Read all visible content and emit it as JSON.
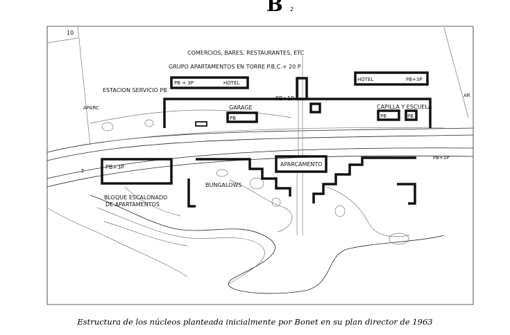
{
  "header_mark": {
    "letter": "B",
    "subscript": "2"
  },
  "labels": {
    "num_10": "10",
    "num_7": "7",
    "aparc_left": "APARC",
    "estacion": "ESTACION SERVICIO PB",
    "pb3p_left": "PB + 3P",
    "hotel_left": "HOTEL",
    "comercios": "COMERCIOS, BARES, RESTAURANTES, ETC",
    "grupo": "GRUPO APARTAMENTOS EN TORRE P.B.C.+ 20 P",
    "hotel_right": "HOTEL",
    "pb3p_right": "PB+3P",
    "pb1p": "PB+1P",
    "garage": "GARAGE",
    "pb_garage": "PB",
    "capilla": "CAPILLA Y ESCUELA",
    "pb_capilla": "PB",
    "pb_small": "PB",
    "pb3p_block": "PB+3P",
    "aparcamento": "APARCAMENTO",
    "bungalows": "BUNGALOWS",
    "bloque": "BLOQUE ESCALONADO",
    "de_apart": "DE APARTAMENTOS",
    "pb1p_right": "PB+1P",
    "aparc_right": "AR"
  },
  "caption": "Estructura de los núcleos planteada inicialmente por Bonet en su plan director de 1963"
}
